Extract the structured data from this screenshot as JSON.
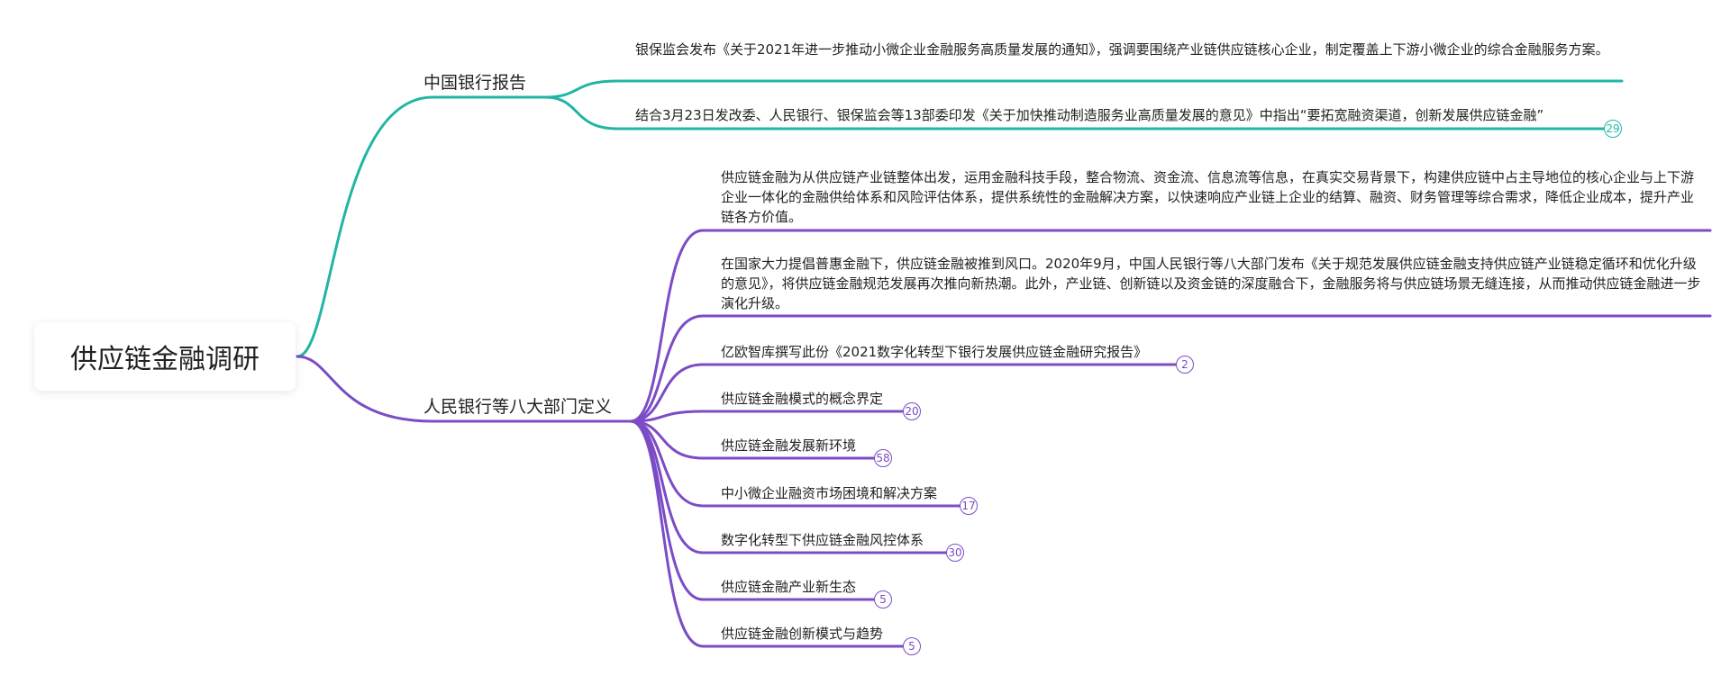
{
  "root": {
    "title": "供应链金融调研"
  },
  "colors": {
    "teal": "#22b5a5",
    "purple": "#7b4cc6"
  },
  "branches": [
    {
      "label": "中国银行报告",
      "color": "teal",
      "children": [
        {
          "text": "银保监会发布《关于2021年进一步推动小微企业金融服务高质量发展的通知》，强调要围绕产业链供应链核心企业，制定覆盖上下游小微企业的综合金融服务方案。",
          "badge": ""
        },
        {
          "text": "结合3月23日发改委、人民银行、银保监会等13部委印发《关于加快推动制造服务业高质量发展的意见》中指出“要拓宽融资渠道，创新发展供应链金融”",
          "badge": "29"
        }
      ]
    },
    {
      "label": "人民银行等八大部门定义",
      "color": "purple",
      "children": [
        {
          "text": "供应链金融为从供应链产业链整体出发，运用金融科技手段，整合物流、资金流、信息流等信息，在真实交易背景下，构建供应链中占主导地位的核心企业与上下游企业一体化的金融供给体系和风险评估体系，提供系统性的金融解决方案，以快速响应产业链上企业的结算、融资、财务管理等综合需求，降低企业成本，提升产业链各方价值。",
          "badge": ""
        },
        {
          "text": "在国家大力提倡普惠金融下，供应链金融被推到风口。2020年9月，中国人民银行等八大部门发布《关于规范发展供应链金融支持供应链产业链稳定循环和优化升级的意见》，将供应链金融规范发展再次推向新热潮。此外，产业链、创新链以及资金链的深度融合下，金融服务将与供应链场景无缝连接，从而推动供应链金融进一步演化升级。",
          "badge": ""
        },
        {
          "text": "亿欧智库撰写此份《2021数字化转型下银行发展供应链金融研究报告》",
          "badge": "2"
        },
        {
          "text": "供应链金融模式的概念界定",
          "badge": "20"
        },
        {
          "text": "供应链金融发展新环境",
          "badge": "58"
        },
        {
          "text": "中小微企业融资市场困境和解决方案",
          "badge": "17"
        },
        {
          "text": "数字化转型下供应链金融风控体系",
          "badge": "30"
        },
        {
          "text": "供应链金融产业新生态",
          "badge": "5"
        },
        {
          "text": "供应链金融创新模式与趋势",
          "badge": "5"
        }
      ]
    }
  ]
}
